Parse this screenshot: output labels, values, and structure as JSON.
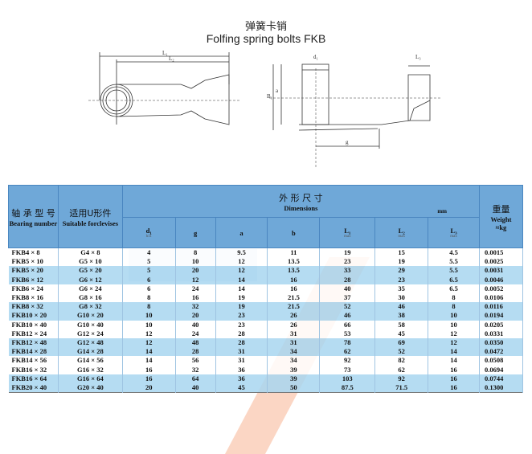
{
  "title_cn": "弹簧卡销",
  "title_en": "Folfing spring bolts FKB",
  "drawing_labels": {
    "L1": "L₁",
    "L2": "L₂",
    "L3": "L₃",
    "d1": "d₁",
    "a": "a",
    "B1": "B₁",
    "g": "g"
  },
  "table": {
    "h_bearing_cn": "轴 承 型 号",
    "h_bearing_en": "Bearing number",
    "h_suitable_cn": "适用U形件",
    "h_suitable_en": "Suitable forclevises",
    "h_dim_cn": "外 形 尺 寸",
    "h_dim_en": "Dimensions",
    "h_unit": "mm",
    "h_weight_cn": "重量",
    "h_weight_en": "Weight",
    "h_weight_unit": "≈kg",
    "cols": [
      {
        "l": "d₁",
        "u": "h11"
      },
      {
        "l": "g",
        "u": ""
      },
      {
        "l": "a",
        "u": ""
      },
      {
        "l": "b",
        "u": ""
      },
      {
        "l": "L₁",
        "u": "max"
      },
      {
        "l": "L₂",
        "u": "max"
      },
      {
        "l": "L₃",
        "u": "max"
      }
    ],
    "rows": [
      [
        "FKB4 × 8",
        "G4 × 8",
        "4",
        "8",
        "9.5",
        "11",
        "19",
        "15",
        "4.5",
        "0.0015"
      ],
      [
        "FKB5 × 10",
        "G5 × 10",
        "5",
        "10",
        "12",
        "13.5",
        "23",
        "19",
        "5.5",
        "0.0025"
      ],
      [
        "FKB5 × 20",
        "G5 × 20",
        "5",
        "20",
        "12",
        "13.5",
        "33",
        "29",
        "5.5",
        "0.0031"
      ],
      [
        "FKB6 × 12",
        "G6 × 12",
        "6",
        "12",
        "14",
        "16",
        "28",
        "23",
        "6.5",
        "0.0046"
      ],
      [
        "FKB6 × 24",
        "G6 × 24",
        "6",
        "24",
        "14",
        "16",
        "40",
        "35",
        "6.5",
        "0.0052"
      ],
      [
        "FKB8 × 16",
        "G8 × 16",
        "8",
        "16",
        "19",
        "21.5",
        "37",
        "30",
        "8",
        "0.0106"
      ],
      [
        "FKB8 × 32",
        "G8 × 32",
        "8",
        "32",
        "19",
        "21.5",
        "52",
        "46",
        "8",
        "0.0116"
      ],
      [
        "FKB10 × 20",
        "G10 × 20",
        "10",
        "20",
        "23",
        "26",
        "46",
        "38",
        "10",
        "0.0194"
      ],
      [
        "FKB10 × 40",
        "G10 × 40",
        "10",
        "40",
        "23",
        "26",
        "66",
        "58",
        "10",
        "0.0205"
      ],
      [
        "FKB12 × 24",
        "G12 × 24",
        "12",
        "24",
        "28",
        "31",
        "53",
        "45",
        "12",
        "0.0331"
      ],
      [
        "FKB12 × 48",
        "G12 × 48",
        "12",
        "48",
        "28",
        "31",
        "78",
        "69",
        "12",
        "0.0350"
      ],
      [
        "FKB14 × 28",
        "G14 × 28",
        "14",
        "28",
        "31",
        "34",
        "62",
        "52",
        "14",
        "0.0472"
      ],
      [
        "FKB14 × 56",
        "G14 × 56",
        "14",
        "56",
        "31",
        "34",
        "92",
        "82",
        "14",
        "0.0508"
      ],
      [
        "FKB16 × 32",
        "G16 × 32",
        "16",
        "32",
        "36",
        "39",
        "73",
        "62",
        "16",
        "0.0694"
      ],
      [
        "FKB16 × 64",
        "G16 × 64",
        "16",
        "64",
        "36",
        "39",
        "103",
        "92",
        "16",
        "0.0744"
      ],
      [
        "FKB20 × 40",
        "G20 × 40",
        "20",
        "40",
        "45",
        "50",
        "87.5",
        "71.5",
        "16",
        "0.1300"
      ]
    ]
  }
}
